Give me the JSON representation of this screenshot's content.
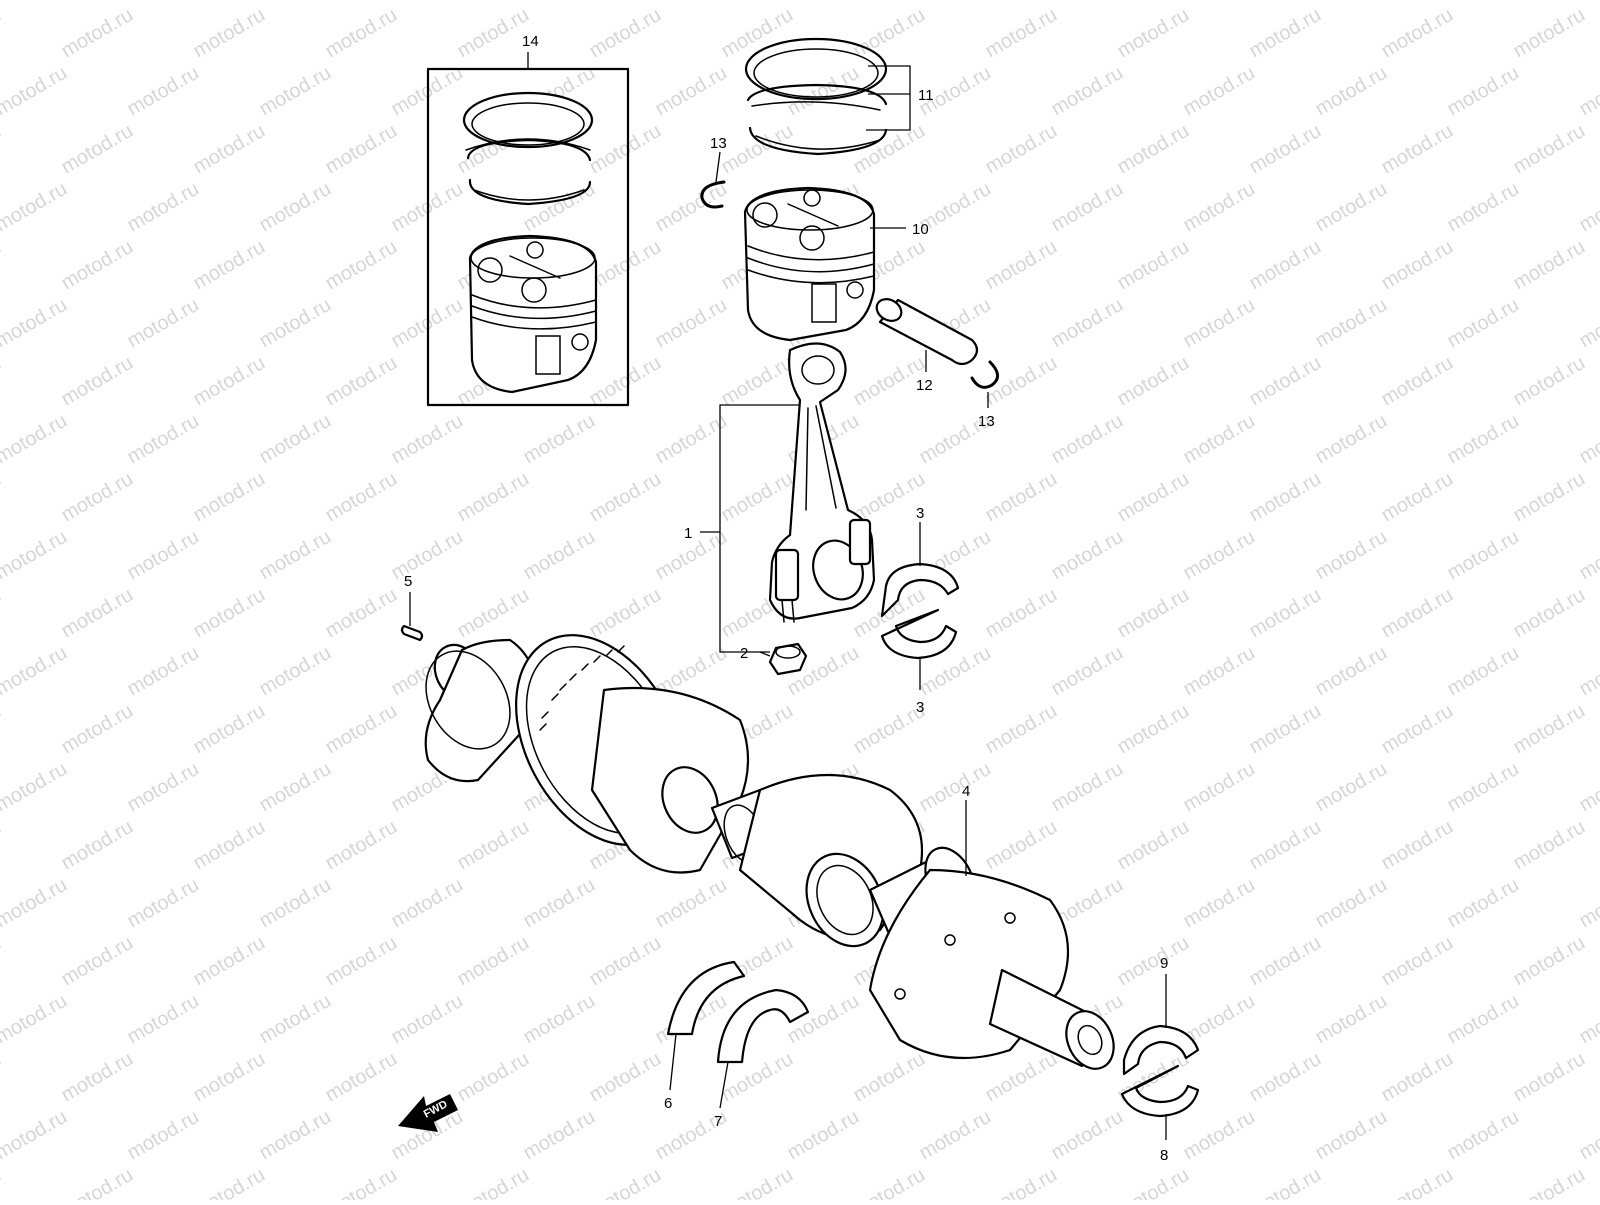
{
  "watermark": "motod.ru",
  "fwd_label": "FWD",
  "callouts": {
    "c1": "1",
    "c2": "2",
    "c3a": "3",
    "c3b": "3",
    "c4": "4",
    "c5": "5",
    "c6": "6",
    "c7": "7",
    "c8": "8",
    "c9": "9",
    "c10": "10",
    "c11": "11",
    "c12": "12",
    "c13a": "13",
    "c13b": "13",
    "c14": "14"
  }
}
